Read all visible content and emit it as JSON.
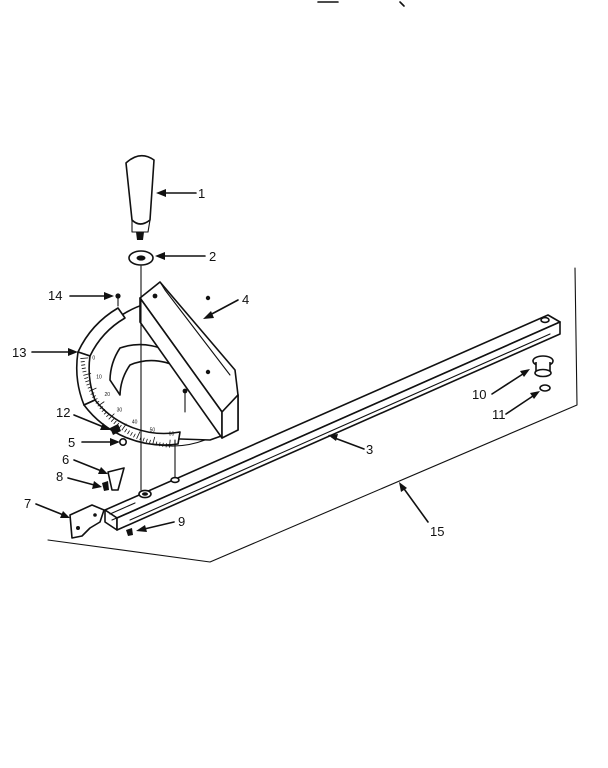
{
  "diagram": {
    "callouts": [
      {
        "id": "c1",
        "label": "1"
      },
      {
        "id": "c2",
        "label": "2"
      },
      {
        "id": "c3",
        "label": "3"
      },
      {
        "id": "c4",
        "label": "4"
      },
      {
        "id": "c5",
        "label": "5"
      },
      {
        "id": "c6",
        "label": "6"
      },
      {
        "id": "c7",
        "label": "7"
      },
      {
        "id": "c8",
        "label": "8"
      },
      {
        "id": "c9",
        "label": "9"
      },
      {
        "id": "c10",
        "label": "10"
      },
      {
        "id": "c11",
        "label": "11"
      },
      {
        "id": "c12",
        "label": "12"
      },
      {
        "id": "c13",
        "label": "13"
      },
      {
        "id": "c14",
        "label": "14"
      },
      {
        "id": "c15",
        "label": "15"
      }
    ],
    "scale_marks": [
      "0",
      "10",
      "20",
      "30",
      "40",
      "50",
      "60"
    ]
  }
}
